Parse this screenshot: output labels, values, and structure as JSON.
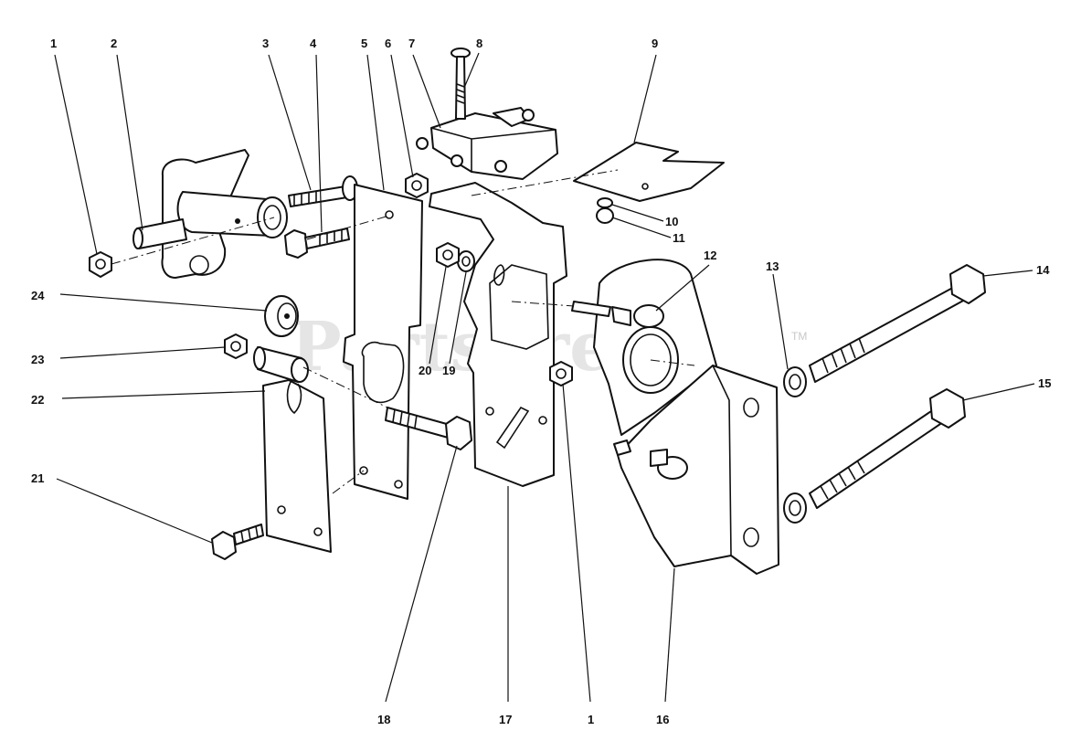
{
  "watermark": {
    "text": "PartsTree",
    "tm": "TM"
  },
  "callouts": [
    "1",
    "2",
    "3",
    "4",
    "5",
    "6",
    "7",
    "8",
    "9",
    "10",
    "11",
    "12",
    "13",
    "14",
    "15",
    "16",
    "17",
    "1",
    "18",
    "19",
    "20",
    "21",
    "22",
    "23",
    "24"
  ]
}
